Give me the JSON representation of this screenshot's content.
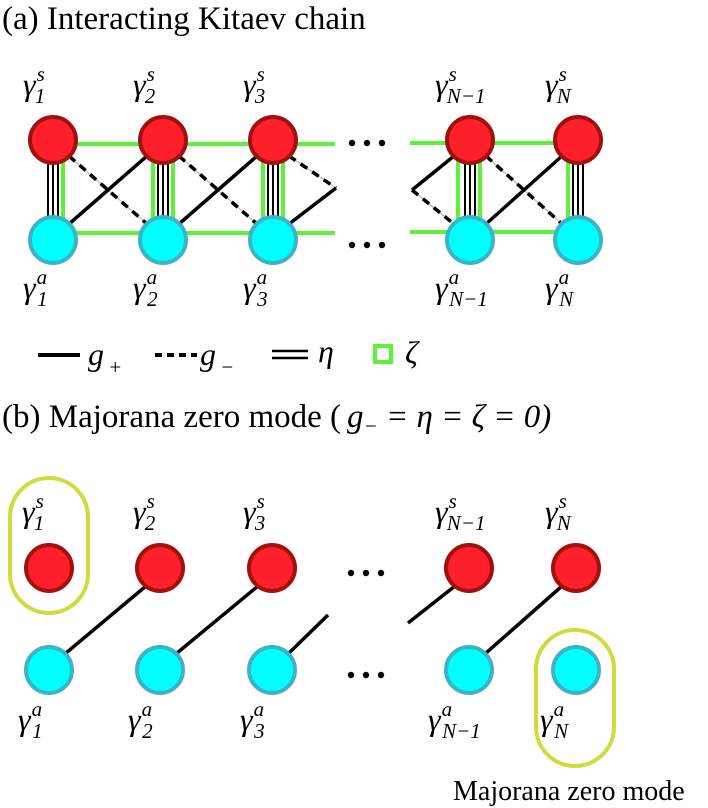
{
  "panel_a": {
    "title": "(a) Interacting Kitaev chain",
    "top_labels": [
      {
        "base": "γ",
        "sup": "s",
        "sub": "1"
      },
      {
        "base": "γ",
        "sup": "s",
        "sub": "2"
      },
      {
        "base": "γ",
        "sup": "s",
        "sub": "3"
      },
      {
        "base": "γ",
        "sup": "s",
        "sub": "N−1"
      },
      {
        "base": "γ",
        "sup": "s",
        "sub": "N"
      }
    ],
    "bottom_labels": [
      {
        "base": "γ",
        "sup": "a",
        "sub": "1"
      },
      {
        "base": "γ",
        "sup": "a",
        "sub": "2"
      },
      {
        "base": "γ",
        "sup": "a",
        "sub": "3"
      },
      {
        "base": "γ",
        "sup": "a",
        "sub": "N−1"
      },
      {
        "base": "γ",
        "sup": "a",
        "sub": "N"
      }
    ],
    "ellipsis": "···",
    "legend": [
      {
        "symbol": "solid-line",
        "label": "g",
        "sub": "+"
      },
      {
        "symbol": "dashed-line",
        "label": "g",
        "sub": "−"
      },
      {
        "symbol": "double-line",
        "label": "η"
      },
      {
        "symbol": "green-square",
        "label": "ζ"
      }
    ]
  },
  "panel_b": {
    "title_text": "(b) Majorana zero mode (",
    "title_math": "g",
    "title_math_sub": "−",
    "title_math_rest": " = η = ζ = 0)",
    "top_labels": [
      {
        "base": "γ",
        "sup": "s",
        "sub": "1"
      },
      {
        "base": "γ",
        "sup": "s",
        "sub": "2"
      },
      {
        "base": "γ",
        "sup": "s",
        "sub": "3"
      },
      {
        "base": "γ",
        "sup": "s",
        "sub": "N−1"
      },
      {
        "base": "γ",
        "sup": "s",
        "sub": "N"
      }
    ],
    "bottom_labels": [
      {
        "base": "γ",
        "sup": "a",
        "sub": "1"
      },
      {
        "base": "γ",
        "sup": "a",
        "sub": "2"
      },
      {
        "base": "γ",
        "sup": "a",
        "sub": "3"
      },
      {
        "base": "γ",
        "sup": "a",
        "sub": "N−1"
      },
      {
        "base": "γ",
        "sup": "a",
        "sub": "N"
      }
    ],
    "ellipsis": "···",
    "zero_mode_label": "Majorana zero mode"
  },
  "colors": {
    "s_fill": "#ff1f2b",
    "s_stroke": "#a0100f",
    "a_fill": "#00ffff",
    "a_stroke": "#3bb4c8",
    "zeta_green": "#5cf23a",
    "zero_mode_yellow": "#cfdc3c"
  }
}
